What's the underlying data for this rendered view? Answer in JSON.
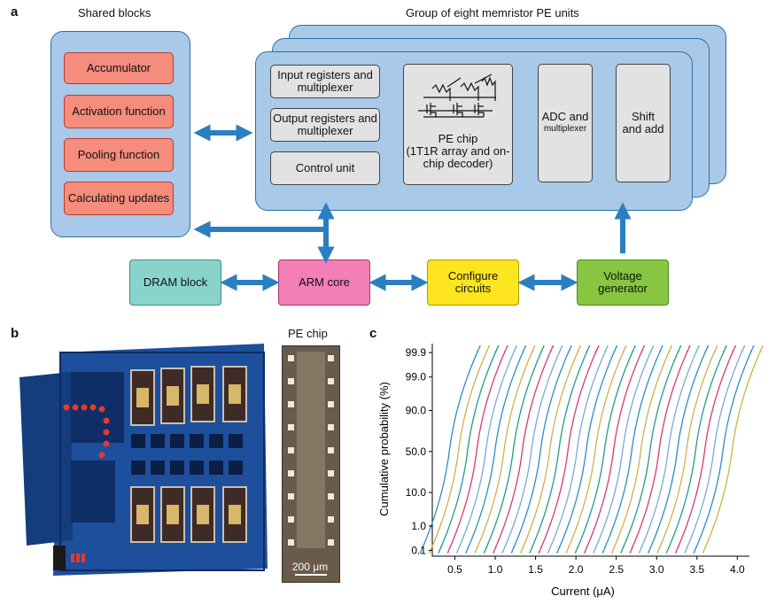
{
  "panel_a": {
    "letter": "a",
    "shared_title": "Shared blocks",
    "shared_items": [
      {
        "label": "Accumulator"
      },
      {
        "label": "Activation function"
      },
      {
        "label": "Pooling function"
      },
      {
        "label": "Calculating updates"
      }
    ],
    "group_title": "Group of eight memristor PE units",
    "input_registers": "Input registers and multiplexer",
    "output_registers": "Output registers and multiplexer",
    "control_unit": "Control unit",
    "pe_chip_line1": "PE chip",
    "pe_chip_line2": "(1T1R array and on-chip decoder)",
    "adc_line1": "ADC and",
    "adc_line2": "multiplexer",
    "shift_add": "Shift and add",
    "dram_block": "DRAM block",
    "arm_core": "ARM core",
    "configure_circuits": "Configure circuits",
    "voltage_generator": "Voltage generator",
    "colors": {
      "panel_blue": "#a9c9e8",
      "arrow_blue": "#2a7fc0",
      "shared_red": "#f58c7c",
      "dram_teal": "#8ad3cc",
      "arm_pink": "#f27fb6",
      "configure_yellow": "#fde51f",
      "voltage_green": "#86c640"
    }
  },
  "panel_b": {
    "letter": "b",
    "pe_chip_label": "PE chip",
    "scale_bar": "200 μm"
  },
  "panel_c": {
    "letter": "c",
    "chart_data": {
      "type": "line",
      "title": "",
      "xlabel": "Current (μA)",
      "ylabel": "Cumulative probability (%)",
      "x_ticks": [
        0.5,
        1.0,
        1.5,
        2.0,
        2.5,
        3.0,
        3.5,
        4.0
      ],
      "x_tick_labels": [
        "0.5",
        "1.0",
        "1.5",
        "2.0",
        "2.5",
        "3.0",
        "3.5",
        "4.0"
      ],
      "xlim": [
        0.22,
        4.15
      ],
      "y_scale": "probit",
      "y_ticks": [
        0.1,
        1.0,
        10.0,
        50.0,
        90.0,
        99.0,
        99.9
      ],
      "y_tick_labels": [
        "0.1",
        "1.0",
        "10.0",
        "50.0",
        "90.0",
        "99.0",
        "99.9"
      ],
      "series_count": 32,
      "series_start_current": 0.43,
      "series_step": 0.113,
      "series_spread": 0.1,
      "palette": [
        "#2c8fc0",
        "#c9b24c",
        "#1f9e86",
        "#d63b6e",
        "#7aa9d6"
      ]
    }
  }
}
